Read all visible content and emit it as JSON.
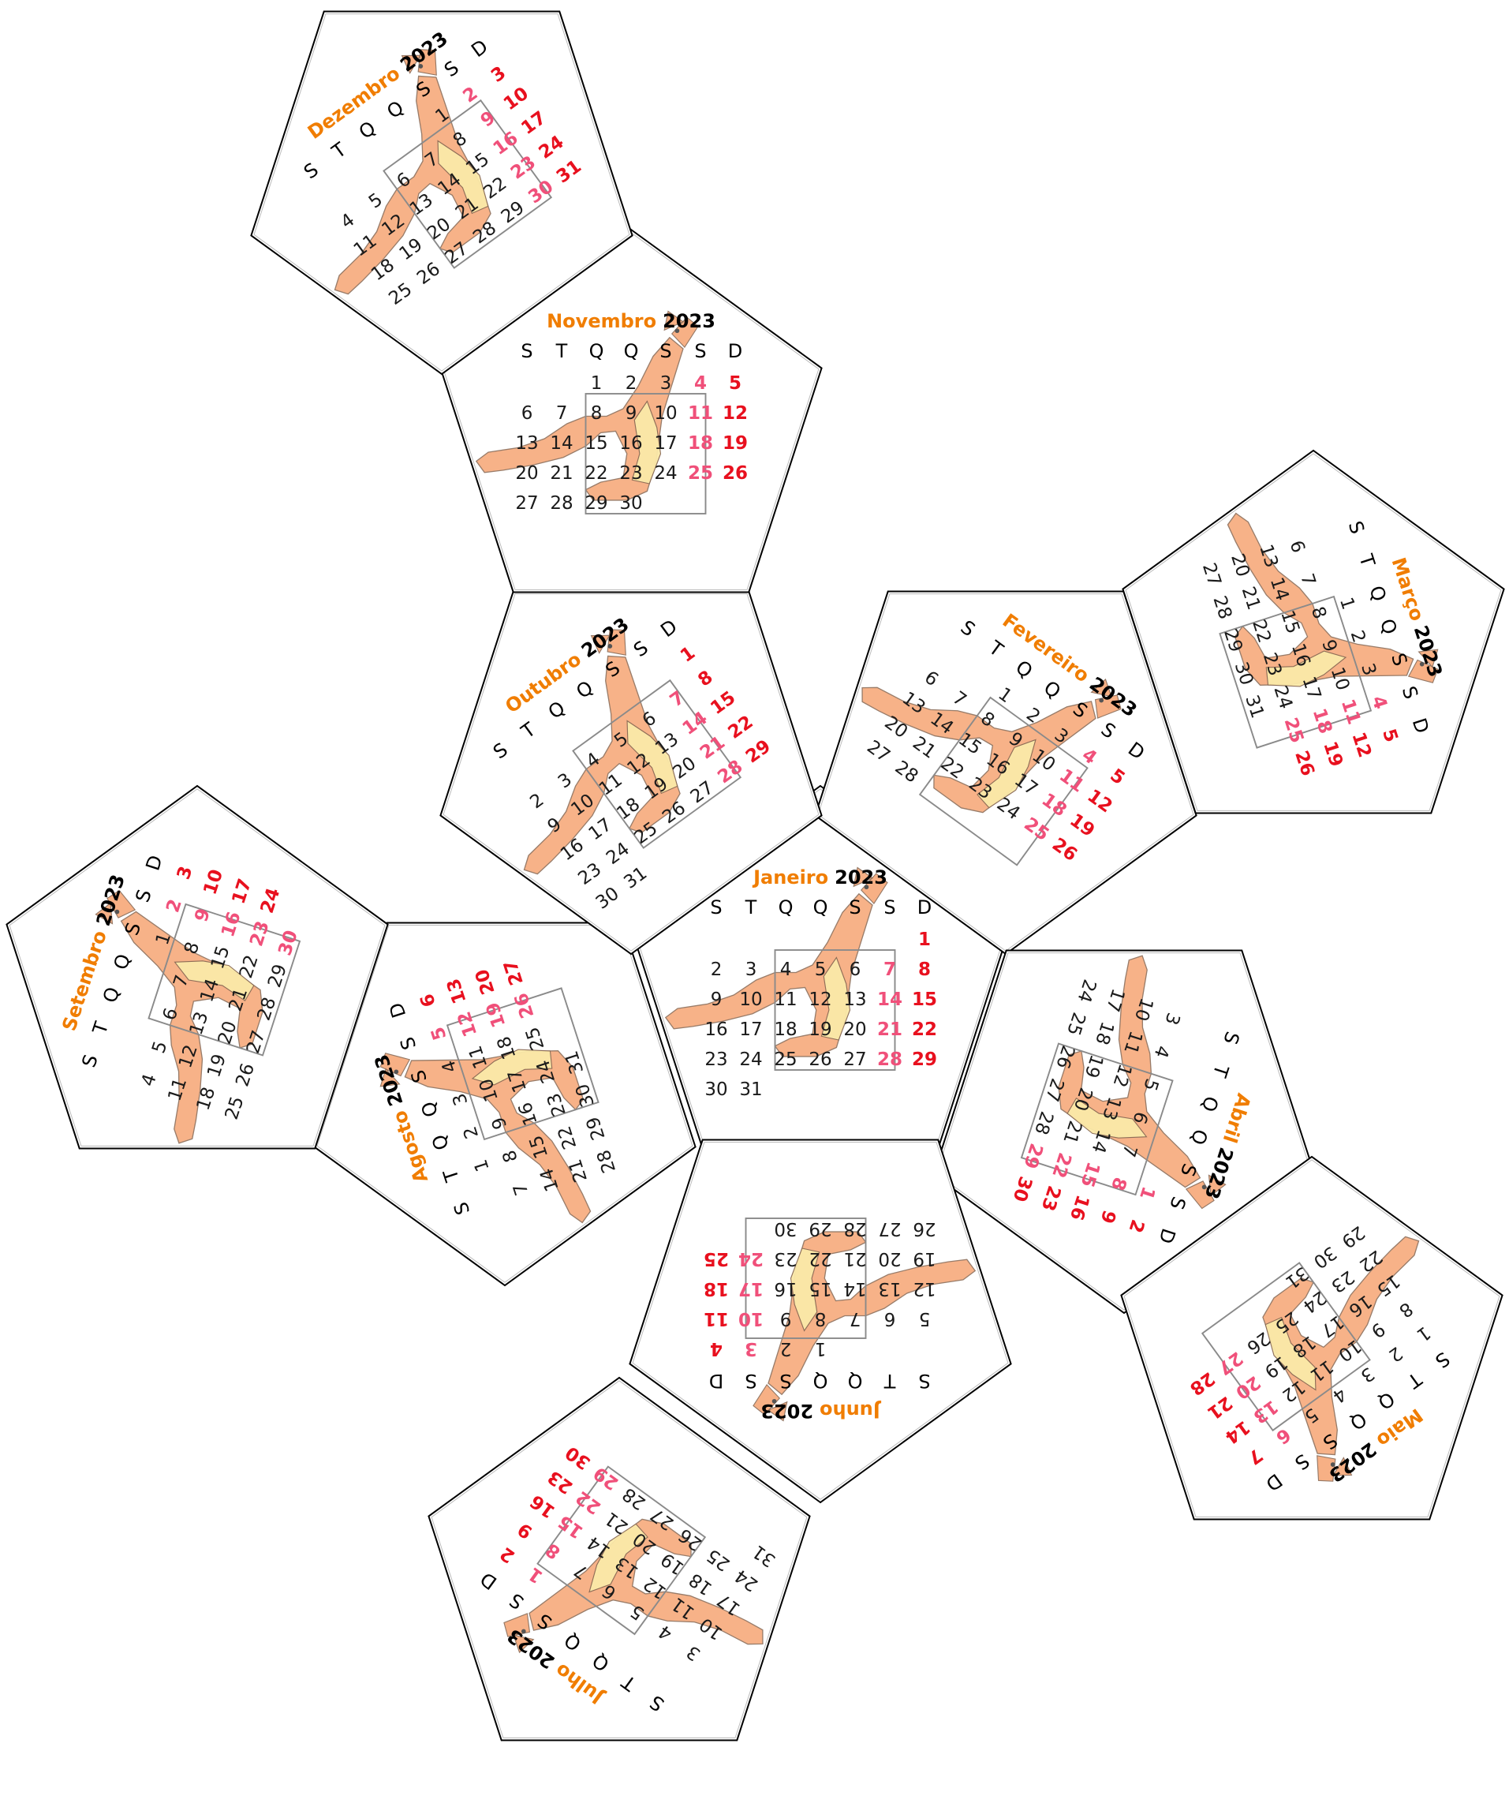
{
  "year": "2023",
  "weekday_headers": [
    "S",
    "T",
    "Q",
    "Q",
    "S",
    "S",
    "D"
  ],
  "colors": {
    "month": "#f07d00",
    "year": "#000000",
    "weekday": "#000000",
    "day": "#1a1a1a",
    "saturday": "#f0507a",
    "sunday": "#e8101e",
    "kangaroo_body": "#f7a878",
    "kangaroo_belly": "#fbe9a8",
    "outline": "#000000",
    "fold": "#bbbbbb"
  },
  "icons": {
    "face_art": "kangaroo-icon"
  },
  "months": [
    {
      "name": "Janeiro",
      "days": 31,
      "offset": 6
    },
    {
      "name": "Fevereiro",
      "days": 28,
      "offset": 2
    },
    {
      "name": "Março",
      "days": 31,
      "offset": 2
    },
    {
      "name": "Abril",
      "days": 30,
      "offset": 5
    },
    {
      "name": "Maio",
      "days": 31,
      "offset": 0
    },
    {
      "name": "Junho",
      "days": 30,
      "offset": 3
    },
    {
      "name": "Julho",
      "days": 31,
      "offset": 5
    },
    {
      "name": "Agosto",
      "days": 31,
      "offset": 1
    },
    {
      "name": "Setembro",
      "days": 30,
      "offset": 4
    },
    {
      "name": "Outubro",
      "days": 31,
      "offset": 6
    },
    {
      "name": "Novembro",
      "days": 30,
      "offset": 2
    },
    {
      "name": "Dezembro",
      "days": 31,
      "offset": 4
    }
  ]
}
